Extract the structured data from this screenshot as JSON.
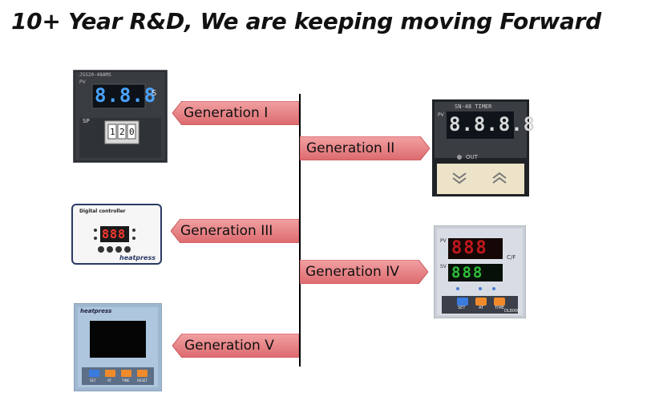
{
  "headline": "10+ Year R&D, We are keeping moving Forward",
  "generations": [
    {
      "label": "Generation I"
    },
    {
      "label": "Generation II"
    },
    {
      "label": "Generation III"
    },
    {
      "label": "Generation IV"
    },
    {
      "label": "Generation V"
    }
  ],
  "products": {
    "gen1": {
      "model": "JSS20-48AMS",
      "pv": "PV",
      "display": "8.8.8",
      "unit": "S",
      "sp": "SP",
      "dial": [
        "1",
        "2",
        "0"
      ]
    },
    "gen2": {
      "model": "SN-48 TIMER",
      "pv": "PV",
      "display": "8.8.8.8",
      "out": "OUT"
    },
    "gen3": {
      "title": "Digital controller",
      "display": "888",
      "brand": "heatpress"
    },
    "gen4": {
      "pv": "PV",
      "sv": "SV",
      "display_top": "888",
      "display_bottom": "888",
      "unit": "C/F",
      "model": "DL8000",
      "buttons": [
        "SET",
        "AT",
        "TIME"
      ]
    },
    "gen5": {
      "brand": "heatpress",
      "buttons": [
        "SET",
        "AT",
        "TIME",
        "RESET"
      ]
    }
  },
  "colors": {
    "arrow_fill": "#e0777a",
    "arrow_edge": "#c9555a",
    "axis": "#000000"
  }
}
